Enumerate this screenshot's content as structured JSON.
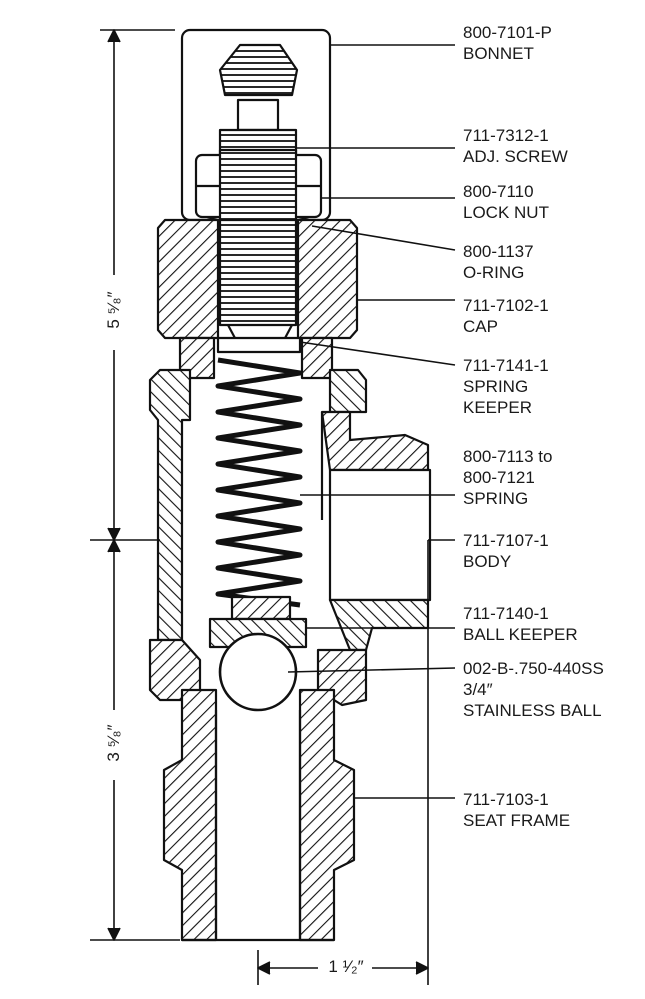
{
  "parts": [
    {
      "id": "bonnet",
      "number": "800-7101-P",
      "lines": [
        "BONNET"
      ]
    },
    {
      "id": "adj-screw",
      "number": "711-7312-1",
      "lines": [
        "ADJ. SCREW"
      ]
    },
    {
      "id": "lock-nut",
      "number": "800-7110",
      "lines": [
        "LOCK NUT"
      ]
    },
    {
      "id": "o-ring",
      "number": "800-1137",
      "lines": [
        "O-RING"
      ]
    },
    {
      "id": "cap",
      "number": "711-7102-1",
      "lines": [
        "CAP"
      ]
    },
    {
      "id": "spring-keeper",
      "number": "711-7141-1",
      "lines": [
        "SPRING",
        "KEEPER"
      ]
    },
    {
      "id": "spring",
      "number": "800-7113 to",
      "lines": [
        "800-7121",
        "SPRING"
      ]
    },
    {
      "id": "body",
      "number": "711-7107-1",
      "lines": [
        "BODY"
      ]
    },
    {
      "id": "ball-keeper",
      "number": "711-7140-1",
      "lines": [
        "BALL KEEPER"
      ]
    },
    {
      "id": "stainless-ball",
      "number": "002-B-.750-440SS",
      "lines": [
        "3/4″",
        "STAINLESS BALL"
      ]
    },
    {
      "id": "seat-frame",
      "number": "711-7103-1",
      "lines": [
        "SEAT FRAME"
      ]
    }
  ],
  "dimensions": {
    "upper_height": "5 ⁵⁄₈″",
    "lower_height": "3 ⁵⁄₈″",
    "width": "1 ¹⁄₂″"
  }
}
